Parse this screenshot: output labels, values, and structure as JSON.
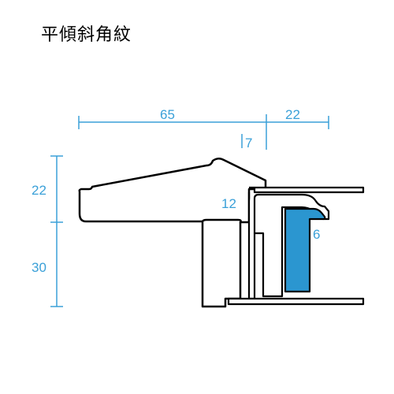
{
  "title": "平傾斜角紋",
  "colors": {
    "dimension": "#3aa0d8",
    "outline": "#000000",
    "fill_blue": "#2b96d0",
    "background": "#ffffff"
  },
  "dimensions": {
    "width_main": "65",
    "width_side": "22",
    "rebate_width": "7",
    "height_top": "22",
    "height_bottom": "30",
    "inner_depth": "12",
    "inner_width": "6"
  }
}
